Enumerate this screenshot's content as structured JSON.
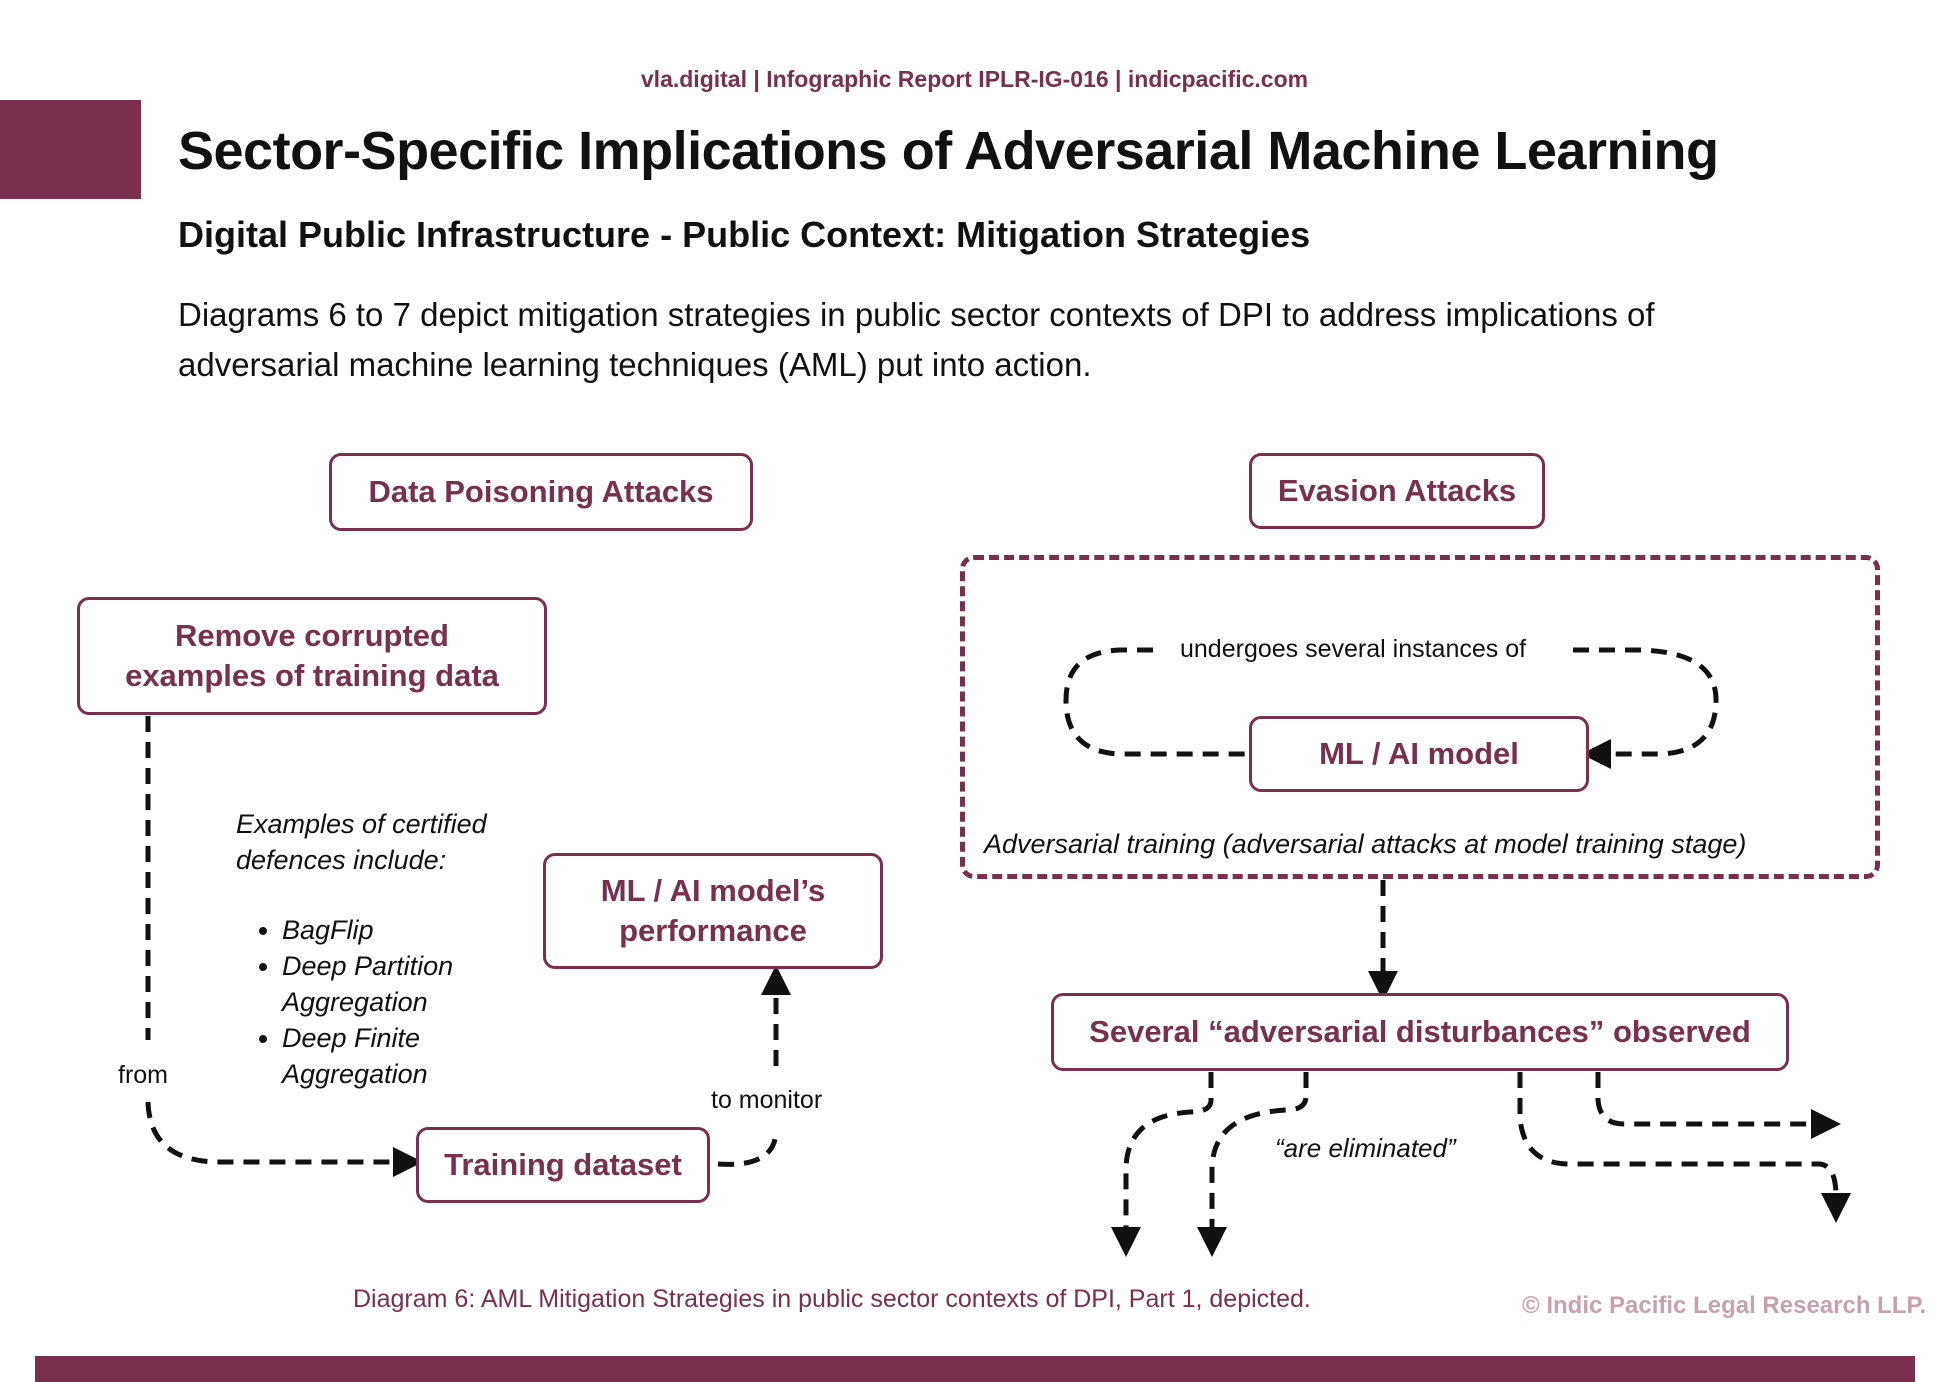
{
  "header": {
    "source_line": "vla.digital | Infographic Report IPLR-IG-016 | indicpacific.com",
    "title": "Sector-Specific Implications of Adversarial Machine Learning",
    "subtitle": "Digital Public Infrastructure - Public Context: Mitigation Strategies",
    "intro": "Diagrams 6 to 7 depict mitigation strategies in public sector contexts of DPI to address implications of adversarial machine learning techniques (AML) put into action."
  },
  "left_diagram": {
    "heading": "Data Poisoning Attacks",
    "remove_box": "Remove corrupted examples of training data",
    "performance_box": "ML / AI model’s performance",
    "training_box": "Training dataset",
    "from_label": "from",
    "monitor_label": "to monitor",
    "defences_intro": "Examples of certified defences include:",
    "defences": [
      "BagFlip",
      "Deep Partition Aggregation",
      "Deep Finite Aggregation"
    ]
  },
  "right_diagram": {
    "heading": "Evasion Attacks",
    "loop_label": "undergoes several instances of",
    "model_box": "ML / AI model",
    "training_caption": "Adversarial training (adversarial attacks at model training stage)",
    "disturbances_box": "Several “adversarial disturbances” observed",
    "eliminated_label": "“are eliminated”"
  },
  "footer": {
    "caption": "Diagram 6:  AML Mitigation Strategies in public sector contexts of DPI, Part 1, depicted.",
    "copyright": "© Indic Pacific Legal Research LLP."
  },
  "colors": {
    "brand": "#7b2f4f",
    "text": "#111111",
    "copyright": "#c7a2b0"
  }
}
